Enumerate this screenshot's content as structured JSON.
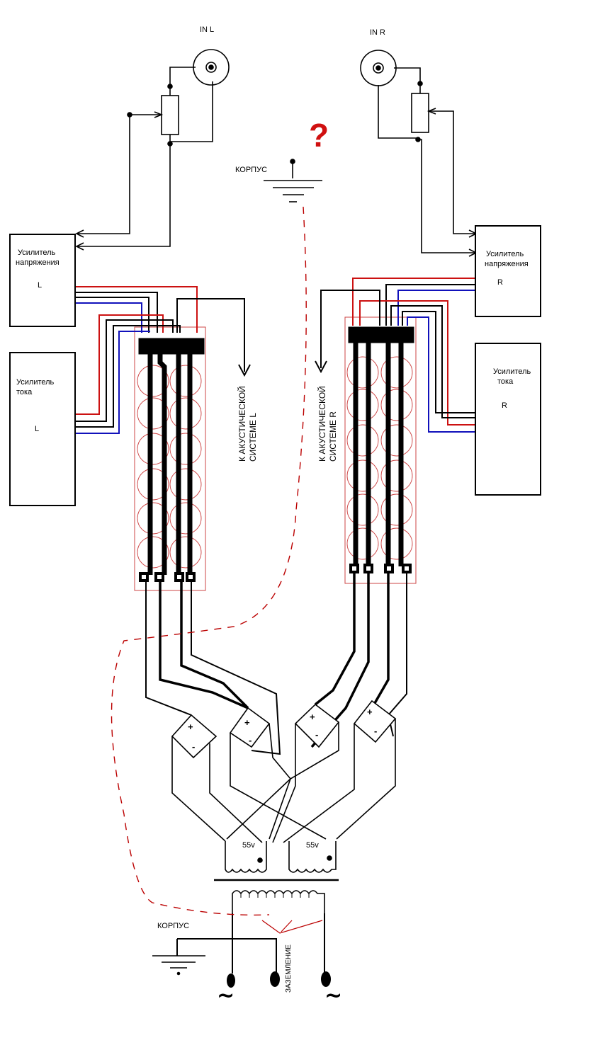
{
  "inputs": {
    "left_label": "IN L",
    "right_label": "IN R"
  },
  "ground_top": {
    "label": "КОРПУС",
    "question_mark": "?"
  },
  "ground_bottom": {
    "label": "КОРПУС"
  },
  "blocks": {
    "voltage_amp_left": {
      "line1": "Усилитель",
      "line2": "напряжения",
      "channel": "L"
    },
    "current_amp_left": {
      "line1": "Усилитель",
      "line2": "тока",
      "channel": "L"
    },
    "voltage_amp_right": {
      "line1": "Усилитель",
      "line2": "напряжения",
      "channel": "R"
    },
    "current_amp_right": {
      "line1": "Усилитель",
      "line2": "тока",
      "channel": "R"
    }
  },
  "speaker_labels": {
    "left": {
      "line1": "К АКУСТИЧЕСКОЙ",
      "line2": "СИСТЕМЕ   L"
    },
    "right": {
      "line1": "К АКУСТИЧЕСКОЙ",
      "line2": "СИСТЕМЕ   R"
    }
  },
  "bridges": {
    "plus": "+",
    "minus": "-"
  },
  "transformer": {
    "left_winding": "55v",
    "right_winding": "55v"
  },
  "mains": {
    "earth_label": "ЗАЗЕМЛЕНИЕ",
    "phase_symbol": "~"
  },
  "colors": {
    "red_wire": "#cc1111",
    "blue_wire": "#1111bb",
    "ground_dash": "#bb0000",
    "pcb_outline": "#cc4444",
    "trace": "#000000"
  }
}
